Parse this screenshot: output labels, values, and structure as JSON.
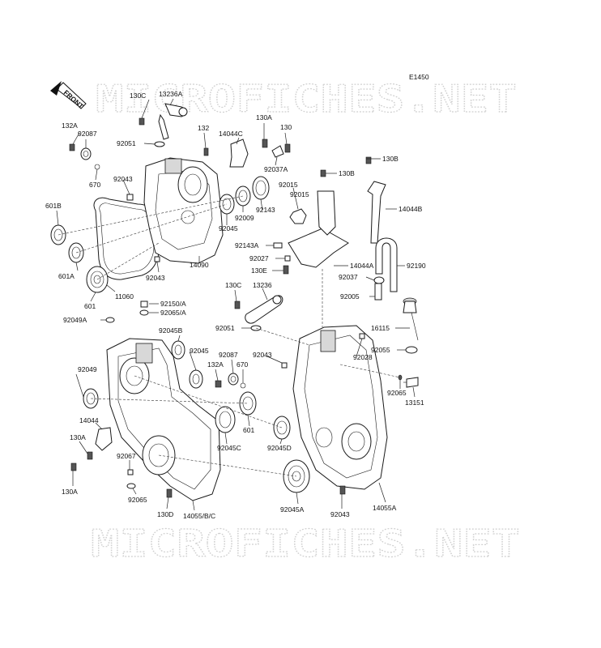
{
  "diagram_code": "E1450",
  "watermark_text": "MICROFICHES.NET",
  "front_label": "FRONT",
  "labels": {
    "l130C_a": "130C",
    "l13236A": "13236A",
    "l132A_a": "132A",
    "l92087_a": "92087",
    "l92051_a": "92051",
    "l132": "132",
    "l14044C": "14044C",
    "l130A_top": "130A",
    "l130_top": "130",
    "l92037A": "92037A",
    "l670_a": "670",
    "l92043_a": "92043",
    "l130B_r": "130B",
    "l130B_m": "130B",
    "l92015_a": "92015",
    "l92015_b": "92015",
    "l14044B": "14044B",
    "l601B": "601B",
    "l92009": "92009",
    "l92143": "92143",
    "l92045_a": "92045",
    "l92143A": "92143A",
    "l92027": "92027",
    "l14090": "14090",
    "l14044A": "14044A",
    "l92190": "92190",
    "l601A": "601A",
    "l92043_b": "92043",
    "l130E": "130E",
    "l92037": "92037",
    "l11060": "11060",
    "l601_a": "601",
    "l130C_b": "130C",
    "l13236": "13236",
    "l92150A": "92150/A",
    "l92065A": "92065/A",
    "l92005": "92005",
    "l92049A": "92049A",
    "l92045B": "92045B",
    "l92051_b": "92051",
    "l16115": "16115",
    "l92045_b": "92045",
    "l92087_b": "92087",
    "l92043_c": "92043",
    "l92028": "92028",
    "l92055": "92055",
    "l132A_b": "132A",
    "l670_b": "670",
    "l92049": "92049",
    "l92065_r": "92065",
    "l13151": "13151",
    "l14044": "14044",
    "l601_b": "601",
    "l130A_l": "130A",
    "l92045C": "92045C",
    "l92045D": "92045D",
    "l92067": "92067",
    "l130A_b": "130A",
    "l92065_b": "92065",
    "l130D": "130D",
    "l92045A": "92045A",
    "l14055BC": "14055/B/C",
    "l92043_d": "92043",
    "l14055A": "14055A"
  }
}
